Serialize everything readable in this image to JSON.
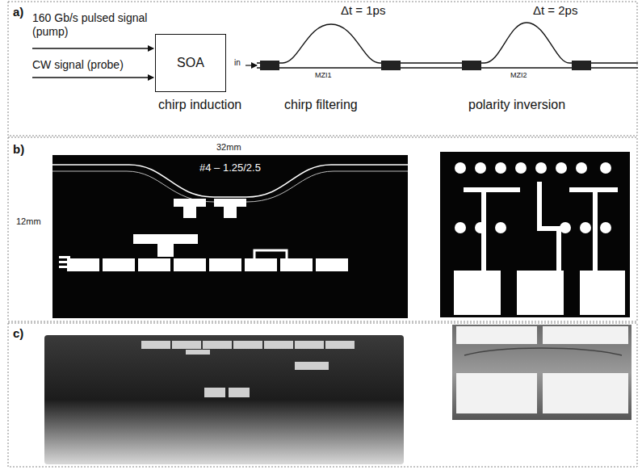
{
  "diagram": {
    "nodes": [
      {
        "text": [
          "SOA"
        ]
      },
      {
        "text": [
          "#4 – 1.25/2.5"
        ]
      }
    ],
    "labels": [
      "a)",
      "160 Gb/s pulsed signal (pump)",
      "CW signal (probe)",
      "chirp induction",
      "in",
      "Δt = 1ps",
      "MZI1",
      "chirp filtering",
      "Δt = 2ps",
      "MZI2",
      "polarity inversion",
      "b)",
      "32mm",
      "12mm",
      "c)"
    ]
  }
}
